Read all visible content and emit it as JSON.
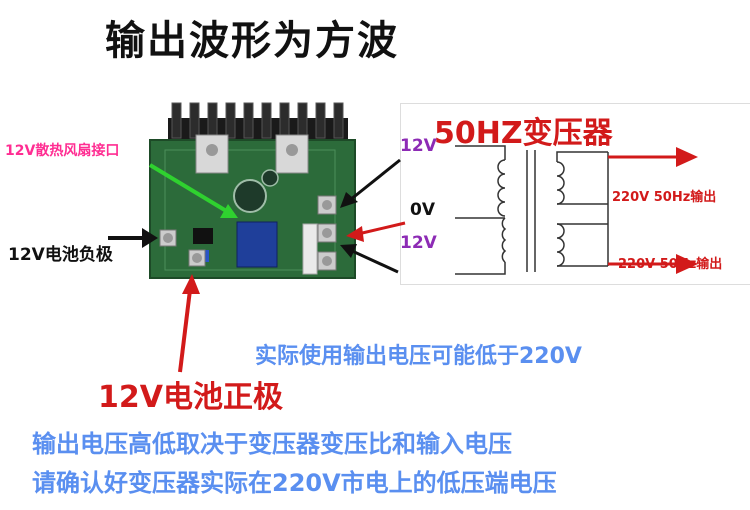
{
  "title": "输出波形为方波",
  "transformer": {
    "title": "50HZ变压器",
    "input_top": "12V",
    "input_mid": "0V",
    "input_bottom": "12V",
    "output_top": "220V 50Hz输出",
    "output_bottom": "220V 50Hz输出"
  },
  "board": {
    "fan_connector": "12V散热风扇接口",
    "battery_negative": "12V电池负极",
    "battery_positive": "12V电池正极"
  },
  "notes": [
    "实际使用输出电压可能低于220V",
    "输出电压高低取决于变压器变压比和输入电压",
    "请确认好变压器实际在220V市电上的低压端电压"
  ],
  "colors": {
    "red": "#d21a1a",
    "purple": "#8d2bb5",
    "green": "#2fd12f",
    "blue_note": "#5a8ff0",
    "pink": "#ff2d92"
  }
}
